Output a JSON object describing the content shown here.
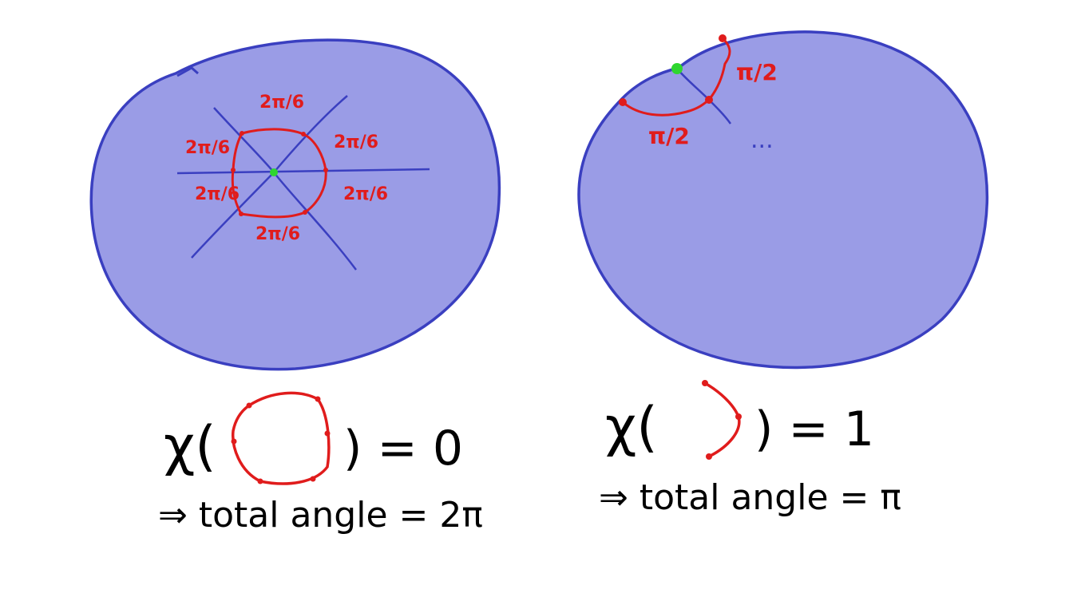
{
  "colors": {
    "region_fill": "#9a9ce6",
    "region_stroke": "#3a3fc0",
    "edge_red": "#e01c1c",
    "vertex_green": "#2fd62f",
    "ink": "#000000"
  },
  "left_diagram": {
    "angle_labels": [
      "2π/6",
      "2π/6",
      "2π/6",
      "2π/6",
      "2π/6",
      "2π/6"
    ],
    "equation": {
      "chi": "χ(",
      "close": ") = 0"
    },
    "conclusion": "⇒ total angle = 2π"
  },
  "right_diagram": {
    "angle_labels": [
      "π/2",
      "π/2"
    ],
    "ellipsis": "...",
    "equation": {
      "chi": "χ(",
      "close": ") = 1"
    },
    "conclusion": "⇒ total angle = π"
  }
}
